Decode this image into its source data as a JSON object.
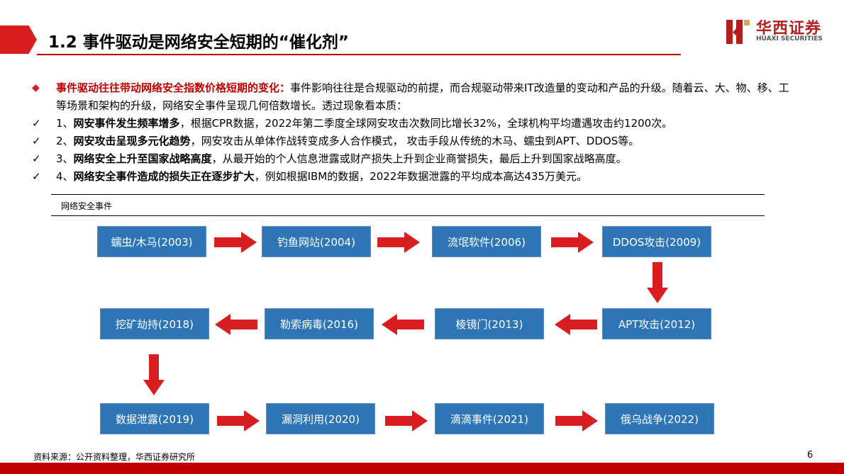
{
  "header": {
    "title": "1.2 事件驱动是网络安全短期的“催化剂”",
    "logo_cn": "华西证券",
    "logo_en": "HUAXI SECURITIES",
    "accent_color": "#c00000"
  },
  "bullets": {
    "main": {
      "lead": "事件驱动往往带动网络安全指数价格短期的变化：",
      "text": "事件影响往往是合规驱动的前提，而合规驱动带来IT改造量的变动和产品的升级。随着云、大、物、移、工等场景和架构的升级，网络安全事件呈现几何倍数增长。透过现象看本质："
    },
    "items": [
      {
        "num": "1、",
        "bold": "网安事件发生频率增多",
        "text": "，根据CPR数据，2022年第二季度全球网安攻击次数同比增长32%，全球机构平均遭遇攻击约1200次。"
      },
      {
        "num": "2、",
        "bold": "网安攻击呈现多元化趋势",
        "text": "，网安攻击从单体作战转变成多人合作模式，  攻击手段从传统的木马、蠕虫到APT、DDOS等。"
      },
      {
        "num": "3、",
        "bold": "网络安全上升至国家战略高度",
        "text": "，从最开始的个人信息泄露或财产损失上升到企业商誉损失，最后上升到国家战略高度。"
      },
      {
        "num": "4、",
        "bold": "网络安全事件造成的损失正在逐步扩大",
        "text": "，例如根据IBM的数据，2022年数据泄露的平均成本高达435万美元。"
      }
    ]
  },
  "flow": {
    "label": "网络安全事件",
    "events": [
      "蠕虫/木马(2003)",
      "钓鱼网站(2004)",
      "流氓软件(2006)",
      "DDOS攻击(2009)",
      "APT攻击(2012)",
      "棱镜门(2013)",
      "勒索病毒(2016)",
      "挖矿劫持(2018)",
      "数据泄露(2019)",
      "漏洞利用(2020)",
      "滴滴事件(2021)",
      "俄乌战争(2022)"
    ],
    "box_color": "#2e75b6",
    "arrow_color": "#d81e1e"
  },
  "footer": {
    "source": "资料来源：公开资料整理，华西证券研究所",
    "page": "6"
  }
}
